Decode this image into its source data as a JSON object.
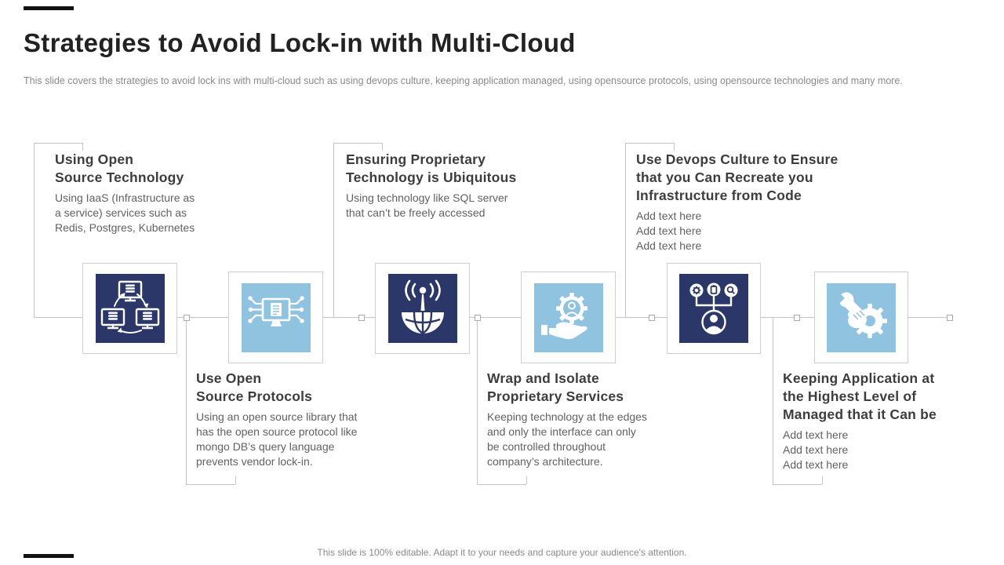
{
  "slide": {
    "title": "Strategies to Avoid Lock-in with Multi-Cloud",
    "subtitle": "This slide covers the strategies to avoid lock ins with multi-cloud such as using devops culture, keeping application managed, using opensource protocols, using opensource technologies and many more.",
    "footer": "This slide is 100% editable. Adapt it to your needs and capture your audience's attention."
  },
  "colors": {
    "dark_navy": "#2A3768",
    "light_blue": "#90C3E0",
    "connector_gray": "#C4C4C4"
  },
  "steps": [
    {
      "title": "Using Open\nSource Technology",
      "body": "Using IaaS (Infrastructure as\na service) services such as\nRedis, Postgres, Kubernetes",
      "icon": "network-monitors-icon",
      "tile": "dark"
    },
    {
      "title": "Use Open\nSource Protocols",
      "body": "Using an open source library that\nhas the open source protocol like\nmongo DB’s query language\nprevents vendor lock-in.",
      "icon": "circuit-monitor-icon",
      "tile": "light"
    },
    {
      "title": "Ensuring Proprietary\nTechnology is Ubiquitous",
      "body": "Using technology like SQL server\nthat can’t be freely accessed",
      "icon": "antenna-globe-icon",
      "tile": "dark"
    },
    {
      "title": "Wrap and Isolate\nProprietary Services",
      "body": "Keeping technology at the edges\nand only the interface can only\nbe controlled throughout\ncompany’s architecture.",
      "icon": "hand-gear-icon",
      "tile": "light"
    },
    {
      "title": "Use Devops Culture to Ensure\nthat you Can Recreate you\nInfrastructure from Code",
      "body": "Add text here\nAdd text here\nAdd text here",
      "icon": "org-chart-icon",
      "tile": "dark"
    },
    {
      "title": "Keeping Application at\nthe Highest Level of\nManaged that it Can be",
      "body": "Add text here\nAdd text here\nAdd text here",
      "icon": "wrench-gear-icon",
      "tile": "light"
    }
  ]
}
